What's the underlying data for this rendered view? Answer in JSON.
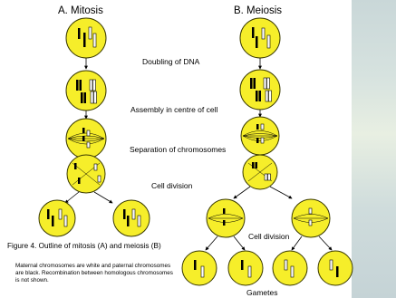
{
  "title_mitosis": "A. Mitosis",
  "title_meiosis": "B. Meiosis",
  "steps": {
    "doubling": "Doubling of DNA",
    "assembly": "Assembly in centre of cell",
    "separation": "Separation of chromosomes",
    "division": "Cell division",
    "division_meiosis": "Cell division",
    "gametes": "Gametes"
  },
  "caption": "Figure 4.  Outline of mitosis (A) and meiosis (B)",
  "note": "Maternal chromosomes are white and paternal chromosomes are black.  Recombination between homologous chromosomes is not shown.",
  "colors": {
    "cell_fill": "#f6ee2a",
    "cell_stroke": "#3a3a00",
    "maternal_chromosome": "#ffffff",
    "paternal_chromosome": "#000000",
    "side_panel": "#cfdcdc"
  }
}
